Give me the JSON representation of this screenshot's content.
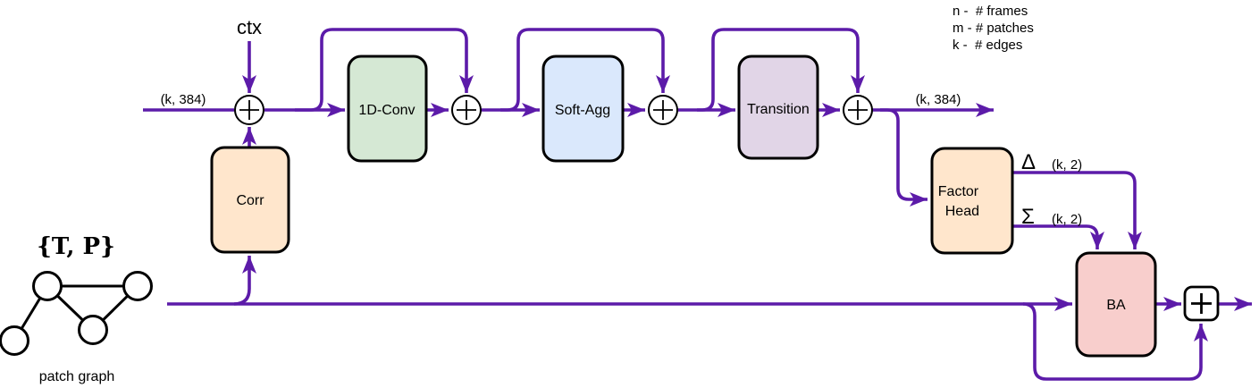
{
  "diagram": {
    "legend": {
      "items": [
        "n -  # frames",
        "m - # patches",
        "k -  # edges"
      ]
    },
    "labels": {
      "ctx": "ctx",
      "input_shape": "(k, 384)",
      "output_shape": "(k, 384)",
      "delta_symbol": "Δ",
      "delta_shape": "(k, 2)",
      "sigma_symbol": "Σ",
      "sigma_shape": "(k, 2)",
      "graph_set": "{T, P}",
      "graph_caption": "patch graph"
    },
    "blocks": {
      "corr": {
        "label": "Corr",
        "fill": "#ffe6cc"
      },
      "conv1d": {
        "label": "1D-Conv",
        "fill": "#d5e8d4"
      },
      "soft_agg": {
        "label": "Soft-Agg",
        "fill": "#dae8fc"
      },
      "transition": {
        "label": "Transition",
        "fill": "#e1d5e7"
      },
      "factor_head": {
        "line1": "Factor",
        "line2": "Head",
        "fill": "#ffe6cc"
      },
      "ba": {
        "label": "BA",
        "fill": "#f8cecc"
      }
    },
    "colors": {
      "wire": "#5c1ba9",
      "node_fill": "#ffffff"
    }
  }
}
